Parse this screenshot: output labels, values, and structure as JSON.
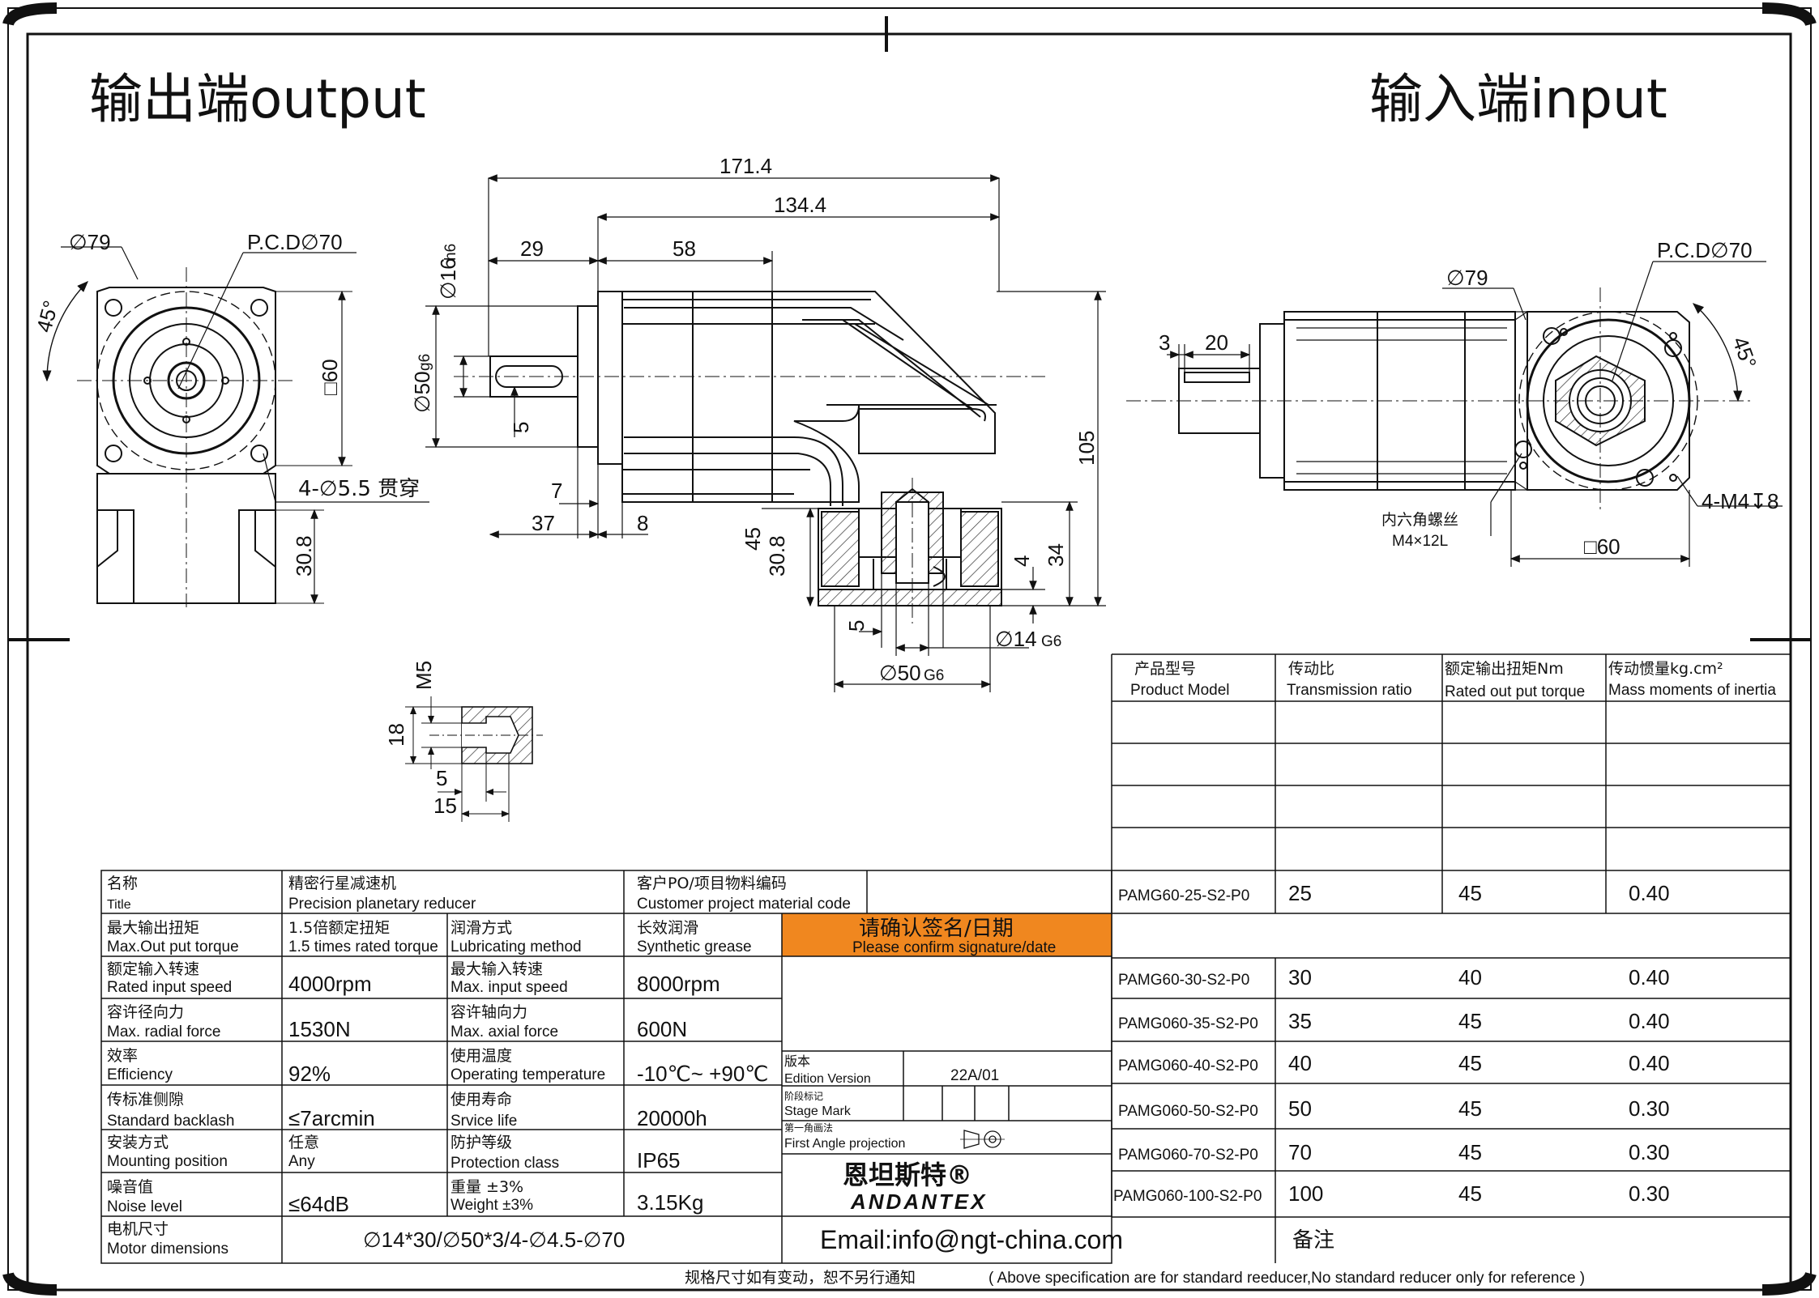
{
  "headings": {
    "output": "输出端output",
    "input": "输入端input"
  },
  "front_view": {
    "dia_outer": "∅79",
    "pcd": "P.C.D∅70",
    "angle": "45°",
    "square": "□60",
    "holes": "4-∅5.5 贯穿",
    "height": "30.8"
  },
  "side_view": {
    "total_length": "171.4",
    "body_length": "134.4",
    "shaft_length": "29",
    "flange": "58",
    "shaft_dia_label": "∅16",
    "shaft_dia_tol": "h6",
    "pilot_dia_label": "∅50",
    "pilot_dia_tol": "g6",
    "key": "5",
    "d7": "7",
    "d37": "37",
    "d8": "8",
    "height": "105",
    "d45": "45",
    "d30_8": "30.8",
    "d4": "4",
    "d34": "34",
    "d5": "5",
    "motor_shaft_label": "∅14",
    "motor_shaft_tol": "G6",
    "motor_pilot_label": "∅50",
    "motor_pilot_tol": "G6"
  },
  "detail": {
    "thread": "M5",
    "d18": "18",
    "d5": "5",
    "d15": "15"
  },
  "input_view": {
    "d3": "3",
    "d20": "20",
    "dia": "∅79",
    "pcd": "P.C.D∅70",
    "angle": "45°",
    "screw_cn": "内六角螺丝",
    "screw": "M4×12L",
    "thread": "4-M4↧8",
    "square": "□60"
  },
  "model_table": {
    "headers": [
      {
        "cn": "产品型号",
        "en": "Product Model"
      },
      {
        "cn": "传动比",
        "en": "Transmission ratio"
      },
      {
        "cn": "额定输出扭矩Nm",
        "en": "Rated out put torque"
      },
      {
        "cn": "传动惯量kg.cm²",
        "en": "Mass moments of inertia"
      }
    ],
    "rows": [
      [
        "PAMG60-25-S2-P0",
        "25",
        "45",
        "0.40"
      ],
      [
        "",
        "",
        "",
        ""
      ],
      [
        "PAMG60-30-S2-P0",
        "30",
        "40",
        "0.40"
      ],
      [
        "PAMG060-35-S2-P0",
        "35",
        "45",
        "0.40"
      ],
      [
        "PAMG060-40-S2-P0",
        "40",
        "45",
        "0.40"
      ],
      [
        "PAMG060-50-S2-P0",
        "50",
        "45",
        "0.30"
      ],
      [
        "PAMG060-70-S2-P0",
        "70",
        "45",
        "0.30"
      ],
      [
        "PAMG060-100-S2-P0",
        "100",
        "45",
        "0.30"
      ]
    ],
    "note": "备注"
  },
  "spec": {
    "title_cn": "名称",
    "title_en": "Title",
    "name_cn": "精密行星减速机",
    "name_en": "Precision planetary reducer",
    "cust_cn": "客户PO/项目物料编码",
    "cust_en": "Customer project material code",
    "rows": [
      {
        "k1cn": "最大输出扭矩",
        "k1en": "Max.Out put torque",
        "v1cn": "1.5倍额定扭矩",
        "v1en": "1.5 times rated torque",
        "k2cn": "润滑方式",
        "k2en": "Lubricating method",
        "v2cn": "长效润滑",
        "v2en": "Synthetic grease"
      },
      {
        "k1cn": "额定输入转速",
        "k1en": "Rated input speed",
        "v1en": "4000rpm",
        "k2cn": "最大输入转速",
        "k2en": "Max. input speed",
        "v2en": "8000rpm"
      },
      {
        "k1cn": "容许径向力",
        "k1en": "Max. radial force",
        "v1en": "1530N",
        "k2cn": "容许轴向力",
        "k2en": "Max. axial force",
        "v2en": "600N"
      },
      {
        "k1cn": "效率",
        "k1en": "Efficiency",
        "v1en": "92%",
        "k2cn": "使用温度",
        "k2en": "Operating temperature",
        "v2en": "-10℃~ +90℃"
      },
      {
        "k1cn": "传标准侧隙",
        "k1en": "Standard backlash",
        "v1en": "≤7arcmin",
        "k2cn": "使用寿命",
        "k2en": "Srvice life",
        "v2en": "20000h"
      },
      {
        "k1cn": "安装方式",
        "k1en": "Mounting position",
        "v1cn": "任意",
        "v1en": "Any",
        "k2cn": "防护等级",
        "k2en": "Protection class",
        "v2en": "IP65"
      },
      {
        "k1cn": "噪音值",
        "k1en": "Noise level",
        "v1en": "≤64dB",
        "k2cn": "重量 ±3%",
        "k2en": "Weight ±3%",
        "v2en": "3.15Kg"
      }
    ],
    "motor_cn": "电机尺寸",
    "motor_en": "Motor dimensions",
    "motor_val": "∅14*30/∅50*3/4-∅4.5-∅70"
  },
  "confirm": {
    "cn": "请确认签名/日期",
    "en": "Please confirm signature/date",
    "color": "#F0871F"
  },
  "edition": {
    "cn": "版本",
    "en": "Edition Version",
    "value": "22A/01"
  },
  "stage": {
    "cn": "阶段标记",
    "en": "Stage Mark"
  },
  "projection": {
    "cn": "第一角画法",
    "en": "First Angle projection"
  },
  "brand": {
    "cn": "恩坦斯特®",
    "en": "ANDANTEX",
    "color": "#1E9E3A"
  },
  "email": "Email:info@ngt-china.com",
  "footer": {
    "cn": "规格尺寸如有变动，恕不另行通知",
    "en": "( Above specification are for standard reeducer,No standard reducer only for reference )"
  }
}
